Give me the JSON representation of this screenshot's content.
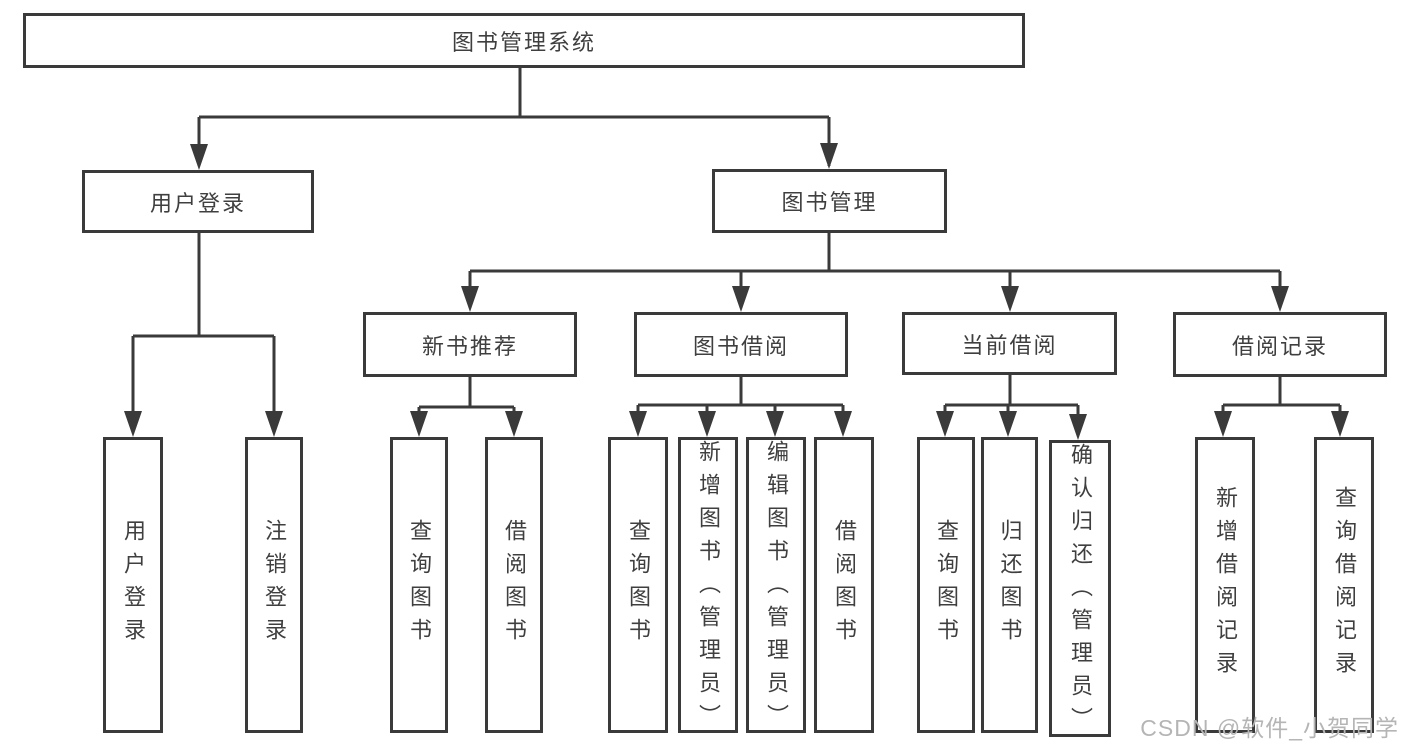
{
  "diagram": {
    "root": {
      "label": "图书管理系统"
    },
    "level1": [
      {
        "label": "用户登录"
      },
      {
        "label": "图书管理"
      }
    ],
    "level2": [
      {
        "label": "新书推荐"
      },
      {
        "label": "图书借阅"
      },
      {
        "label": "当前借阅"
      },
      {
        "label": "借阅记录"
      }
    ],
    "leaves": [
      {
        "label": "用户登录"
      },
      {
        "label": "注销登录"
      },
      {
        "label": "查询图书"
      },
      {
        "label": "借阅图书"
      },
      {
        "label": "查询图书"
      },
      {
        "label": "新增图书（管理员）"
      },
      {
        "label": "编辑图书（管理员）"
      },
      {
        "label": "借阅图书"
      },
      {
        "label": "查询图书"
      },
      {
        "label": "归还图书"
      },
      {
        "label": "确认归还（管理员）"
      },
      {
        "label": "新增借阅记录"
      },
      {
        "label": "查询借阅记录"
      }
    ]
  },
  "colors": {
    "line": "#3a3a3a",
    "text": "#3f3f3f",
    "box_background": "#ffffff",
    "watermark": "#b5b5b5"
  },
  "watermark": {
    "text": "CSDN @软件_小贺同学"
  }
}
